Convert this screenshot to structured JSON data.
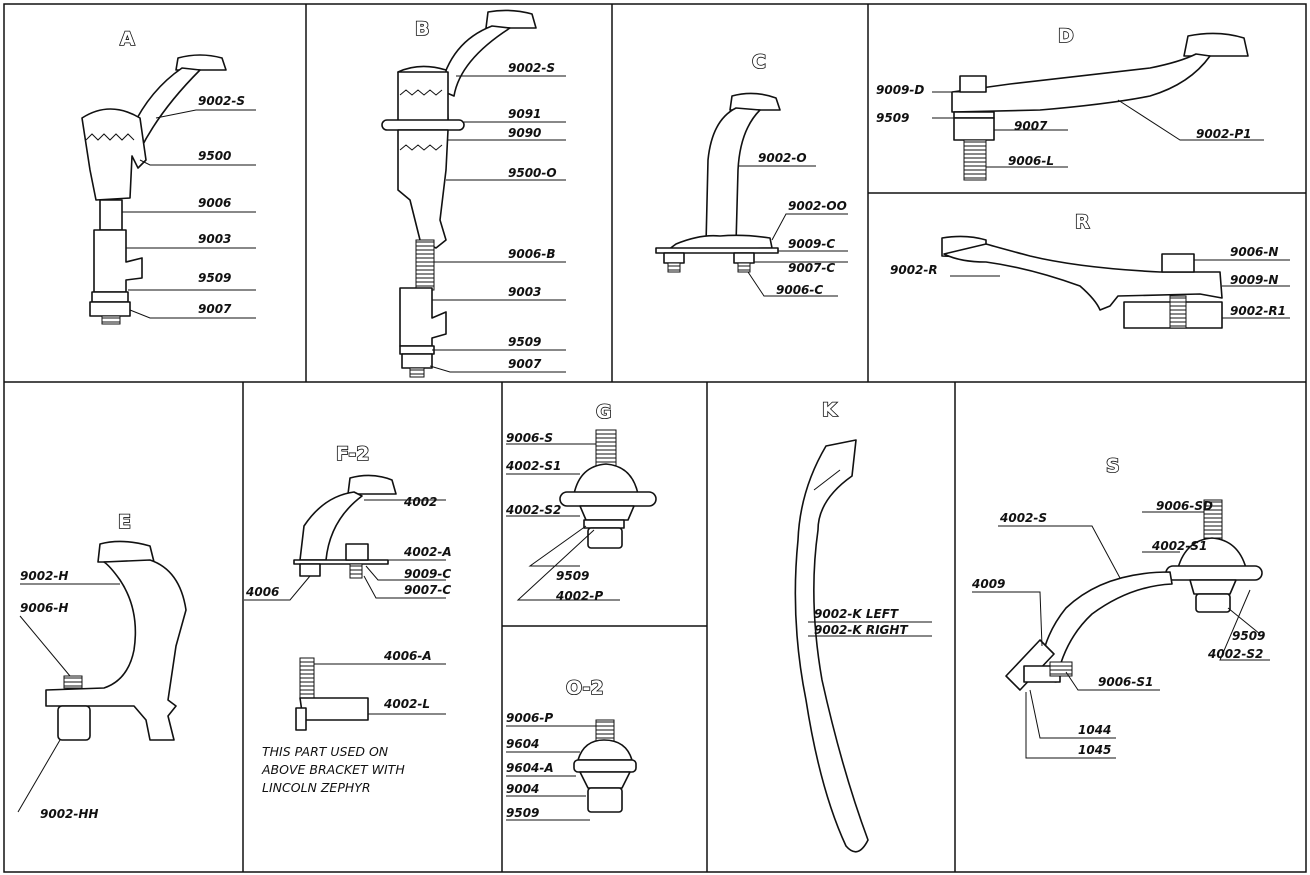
{
  "panels": {
    "A": {
      "title": "A",
      "labels": [
        "9002-S",
        "9500",
        "9006",
        "9003",
        "9509",
        "9007"
      ]
    },
    "B": {
      "title": "B",
      "labels": [
        "9002-S",
        "9091",
        "9090",
        "9500-O",
        "9006-B",
        "9003",
        "9509",
        "9007"
      ]
    },
    "C": {
      "title": "C",
      "labels": [
        "9002-O",
        "9002-OO",
        "9009-C",
        "9007-C",
        "9006-C"
      ]
    },
    "D": {
      "title": "D",
      "labels": [
        "9009-D",
        "9509",
        "9007",
        "9002-P1",
        "9006-L"
      ]
    },
    "R": {
      "title": "R",
      "labels": [
        "9006-N",
        "9002-R",
        "9009-N",
        "9002-R1"
      ]
    },
    "E": {
      "title": "E",
      "labels": [
        "9002-H",
        "9006-H",
        "9002-HH"
      ]
    },
    "F2": {
      "title": "F-2",
      "labels": [
        "4002",
        "4002-A",
        "4006",
        "9009-C",
        "9007-C",
        "4006-A",
        "4002-L"
      ],
      "note": [
        "THIS PART USED ON",
        "ABOVE BRACKET WITH",
        "LINCOLN ZEPHYR"
      ]
    },
    "G": {
      "title": "G",
      "labels": [
        "9006-S",
        "4002-S1",
        "4002-S2",
        "9509",
        "4002-P"
      ]
    },
    "O2": {
      "title": "O-2",
      "labels": [
        "9006-P",
        "9604",
        "9604-A",
        "9004",
        "9509"
      ]
    },
    "K": {
      "title": "K",
      "labels": [
        "9002-K LEFT",
        "9002-K RIGHT"
      ]
    },
    "S": {
      "title": "S",
      "labels": [
        "9006-SD",
        "4002-S",
        "4002-S1",
        "4009",
        "9509",
        "4002-S2",
        "9006-S1",
        "1044",
        "1045"
      ]
    }
  }
}
